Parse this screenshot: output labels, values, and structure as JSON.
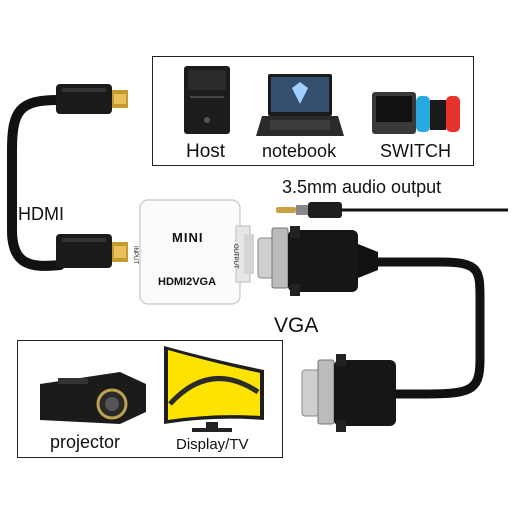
{
  "sources": {
    "host": "Host",
    "notebook": "notebook",
    "switch": "SWITCH"
  },
  "labels": {
    "hdmi": "HDMI",
    "audio": "3.5mm audio output",
    "vga": "VGA"
  },
  "adapter": {
    "badge": "MINI",
    "model": "HDMI2VGA",
    "input": "INPUT",
    "output": "OUTPUT"
  },
  "outputs": {
    "projector": "projector",
    "display": "Display/TV"
  },
  "icons": [
    "desktop-tower-icon",
    "laptop-icon",
    "game-console-icon",
    "projector-icon",
    "curved-monitor-icon"
  ]
}
